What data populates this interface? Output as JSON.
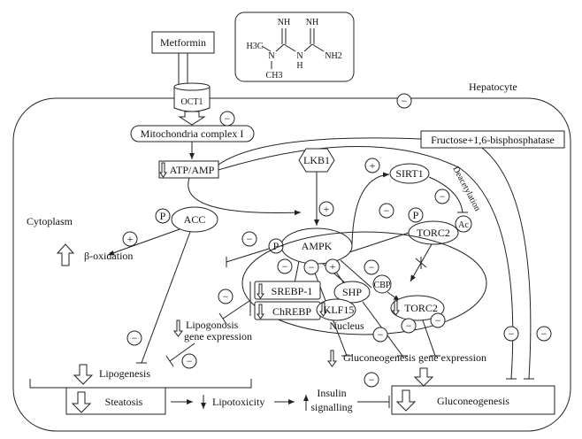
{
  "labels": {
    "metformin": "Metformin",
    "hepatocyte": "Hepatocyte",
    "oct1": "OCT1",
    "mito": "Mitochondria complex I",
    "atp_amp": "ATP/AMP",
    "fbpase": "Fructose+1,6-bisphosphatase",
    "lkb1": "LKB1",
    "cytoplasm": "Cytoplasm",
    "ampk": "AMPK",
    "sirt1": "SIRT1",
    "deacetylation": "Deacetylation",
    "acc": "ACC",
    "p": "P",
    "ac": "Ac",
    "torc2": "TORC2",
    "beta_ox": "β-oxidation",
    "srebp1": "SREBP-1",
    "chrebp": "ChREBP",
    "shp": "SHP",
    "cbp": "CBP",
    "klf15": "KLF15",
    "nucleus": "Nucleus",
    "lipo_gene_1": "Lipogonosis",
    "lipo_gene_2": "gene expression",
    "lipogenesis": "Lipogenesis",
    "gluco_gene": "Gluconeogenesis gene expression",
    "steatosis": "Steatosis",
    "lipotoxicity": "Lipotoxicity",
    "insulin_1": "Insulin",
    "insulin_2": "signalling",
    "gluconeogenesis": "Gluconeogenesis",
    "minus": "−",
    "plus": "+"
  },
  "structure": {
    "nh_1": "NH",
    "nh_2": "NH",
    "h3c": "H3C",
    "n_1": "N",
    "n_2": "N",
    "h": "H",
    "nh2": "NH2",
    "ch3": "CH3"
  },
  "colors": {
    "line": "#222222",
    "background": "#ffffff"
  }
}
